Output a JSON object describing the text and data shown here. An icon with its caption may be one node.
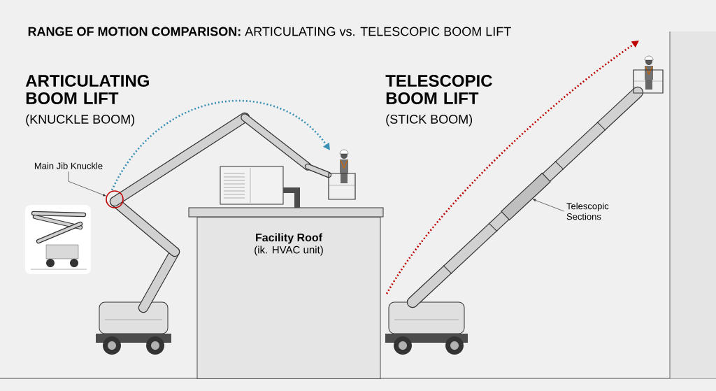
{
  "diagram": {
    "title": "**RANGE OF MOTION COMPARISON:** ARTICULATING vs. TELESCOPIC BOOM LIFT",
    "nodes": [
      {
        "text": [
          "Main Jib Knuckle"
        ]
      },
      {
        "text": [],
        "shape": "circle"
      },
      {
        "text": [
          "Telescopic Sections"
        ]
      },
      {
        "text": [],
        "shape": "bar"
      },
      {
        "text": [
          "Facility Roof",
          "(ik. HVAC unit)"
        ]
      }
    ],
    "edges": [
      {
        "from": 0,
        "to": 1,
        "arrow": "to"
      },
      {
        "from": 2,
        "to": 3,
        "arrow": "to"
      }
    ],
    "labels": [
      "ARTICULATING BOOM LIFT",
      "(KNUCKLE BOOM)",
      "TELESCOPIC BOOM LIFT",
      "(STICK BOOM)"
    ]
  }
}
